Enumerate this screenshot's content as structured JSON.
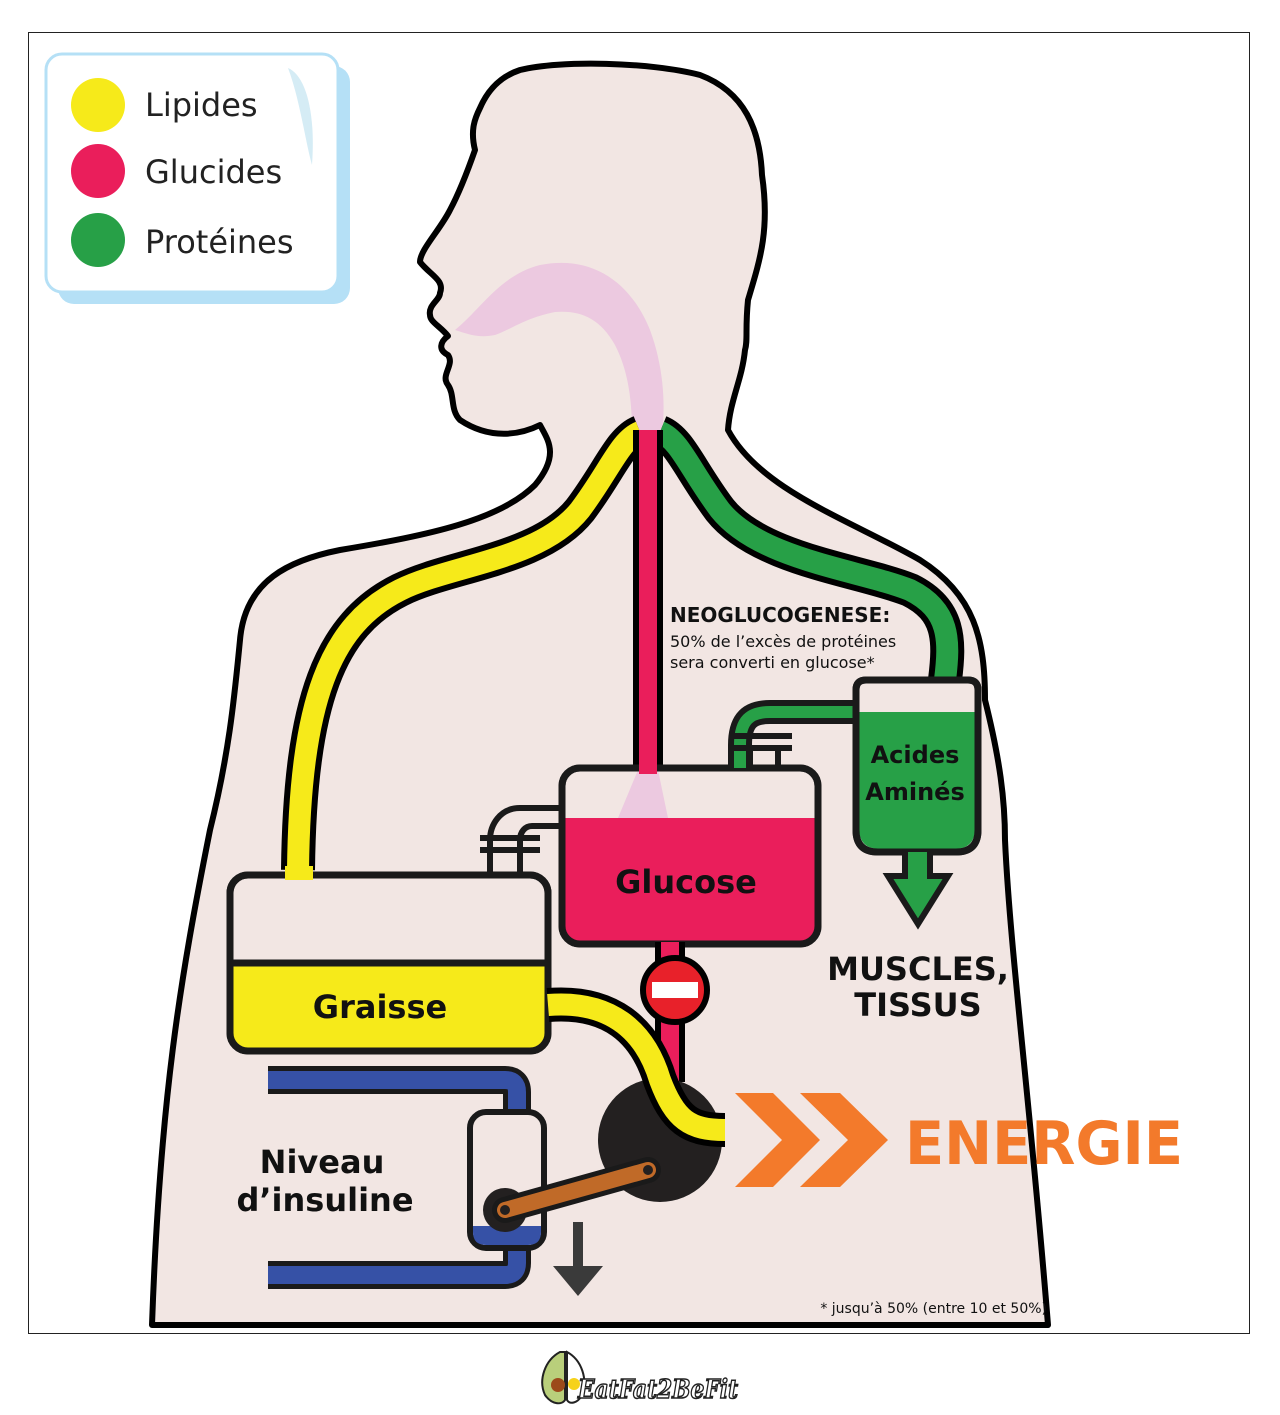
{
  "legend": {
    "items": [
      {
        "label": "Lipides",
        "color": "#f6ea1a"
      },
      {
        "label": "Glucides",
        "color": "#ea1e5b"
      },
      {
        "label": "Protéines",
        "color": "#27a047"
      }
    ]
  },
  "colors": {
    "body_fill": "#f2e6e3",
    "mouth_tract": "#ecc9e0",
    "lipides": "#f6ea1a",
    "glucides": "#ea1e5b",
    "proteines": "#27a047",
    "insuline": "#3651a6",
    "energie": "#f37a2b",
    "stop_red": "#e8212a",
    "crank": "#c06a28",
    "outline": "#1a1a1a"
  },
  "labels": {
    "neoglucogenese_title": "NEOGLUCOGENESE:",
    "neoglucogenese_line1": "50% de l’excès de protéines",
    "neoglucogenese_line2": "sera converti en glucose*",
    "acides_line1": "Acides",
    "acides_line2": "Aminés",
    "glucose": "Glucose",
    "graisse": "Graisse",
    "muscles_line1": "MUSCLES,",
    "muscles_line2": "TISSUS",
    "insuline_line1": "Niveau",
    "insuline_line2": "d’insuline",
    "energie": "ENERGIE",
    "footnote": "* jusqu’à 50% (entre 10 et 50%)"
  },
  "logo": {
    "text": "EatFat2BeFit"
  }
}
